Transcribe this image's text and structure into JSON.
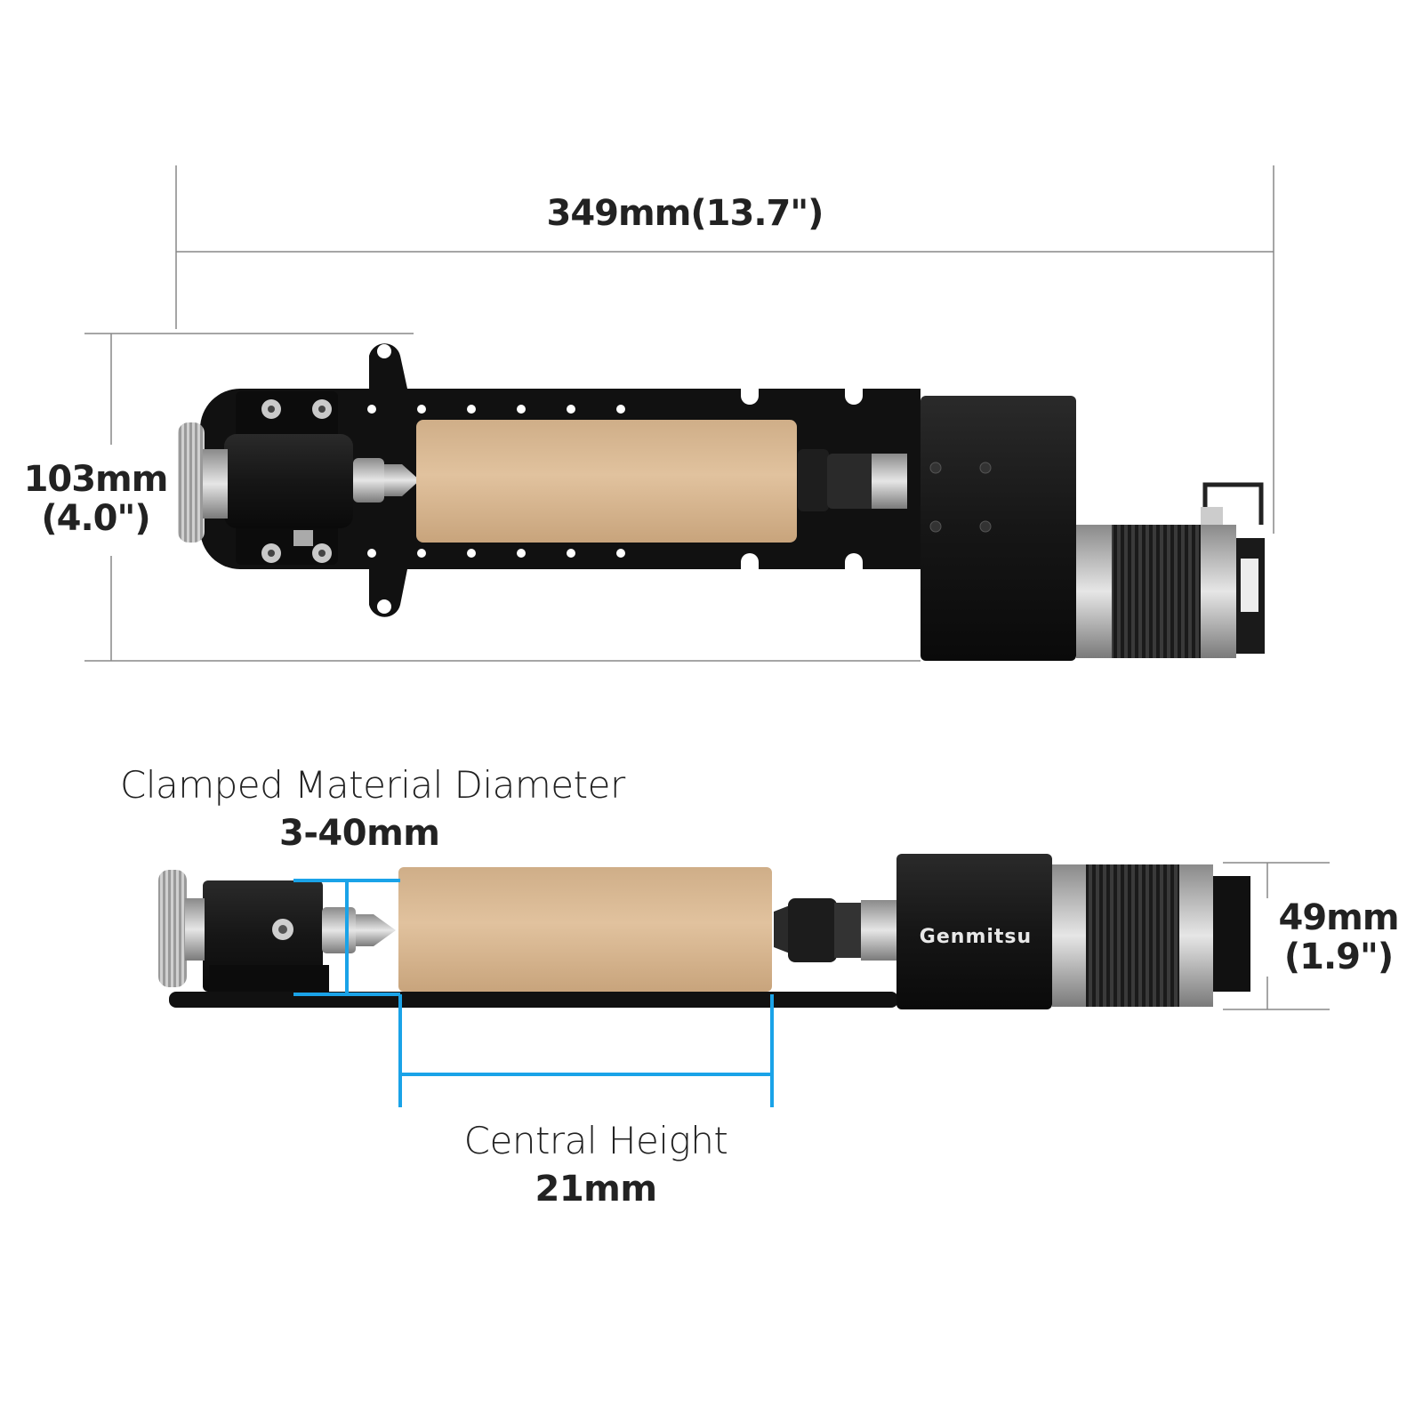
{
  "top_view": {
    "length_label": "349mm(13.7\")",
    "height_label_mm": "103mm",
    "height_label_in": "(4.0\")"
  },
  "side_view": {
    "brand": "Genmitsu",
    "clamped_caption": "Clamped Material Diameter",
    "clamped_value": "3-40mm",
    "central_caption": "Central Height",
    "central_value": "21mm",
    "motor_height_mm": "49mm",
    "motor_height_in": "(1.9\")"
  },
  "colors": {
    "plate": "#111111",
    "wood": "#d9b892",
    "motor_steel": "#bfbfbf",
    "dimension_line": "#888888",
    "highlight": "#1aa3e8"
  }
}
